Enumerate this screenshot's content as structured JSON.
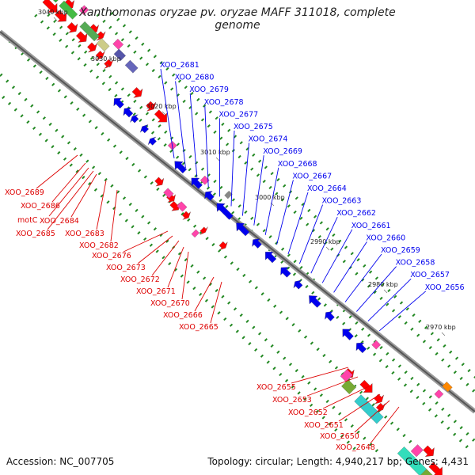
{
  "title": "Xanthomonas oryzae pv. oryzae MAFF 311018, complete genome",
  "footer": {
    "accession": "Accession: NC_007705",
    "summary": "Topology: circular; Length: 4,940,217 bp; Genes: 4,431"
  },
  "colors": {
    "forward_gene": "#ff0000",
    "reverse_gene": "#0000ee",
    "pink_feature": "#ff44aa",
    "green_feature": "#33aa33",
    "backbone": "#888888",
    "tick": "#228822"
  },
  "kbp_ticks": [
    {
      "label": "3040 kbp"
    },
    {
      "label": "3030 kbp"
    },
    {
      "label": "3020 kbp"
    },
    {
      "label": "3010 kbp"
    },
    {
      "label": "3000 kbp"
    },
    {
      "label": "2990 kbp"
    },
    {
      "label": "2980 kbp"
    },
    {
      "label": "2970 kbp"
    }
  ],
  "reverse_labels": [
    "XOO_2681",
    "XOO_2680",
    "XOO_2679",
    "XOO_2678",
    "XOO_2677",
    "XOO_2675",
    "XOO_2674",
    "XOO_2669",
    "XOO_2668",
    "XOO_2667",
    "XOO_2664",
    "XOO_2663",
    "XOO_2662",
    "XOO_2661",
    "XOO_2660",
    "XOO_2659",
    "XOO_2658",
    "XOO_2657",
    "XOO_2656"
  ],
  "forward_labels": [
    "XOO_2689",
    "XOO_2686",
    "motC",
    "XOO_2684",
    "XOO_2685",
    "XOO_2683",
    "XOO_2682",
    "XOO_2676",
    "XOO_2673",
    "XOO_2672",
    "XOO_2671",
    "XOO_2670",
    "XOO_2666",
    "XOO_2665"
  ],
  "forward_labels_lower": [
    "XOO_2655",
    "XOO_2653",
    "XOO_2652",
    "XOO_2651",
    "XOO_2650",
    "XOO_2648"
  ]
}
